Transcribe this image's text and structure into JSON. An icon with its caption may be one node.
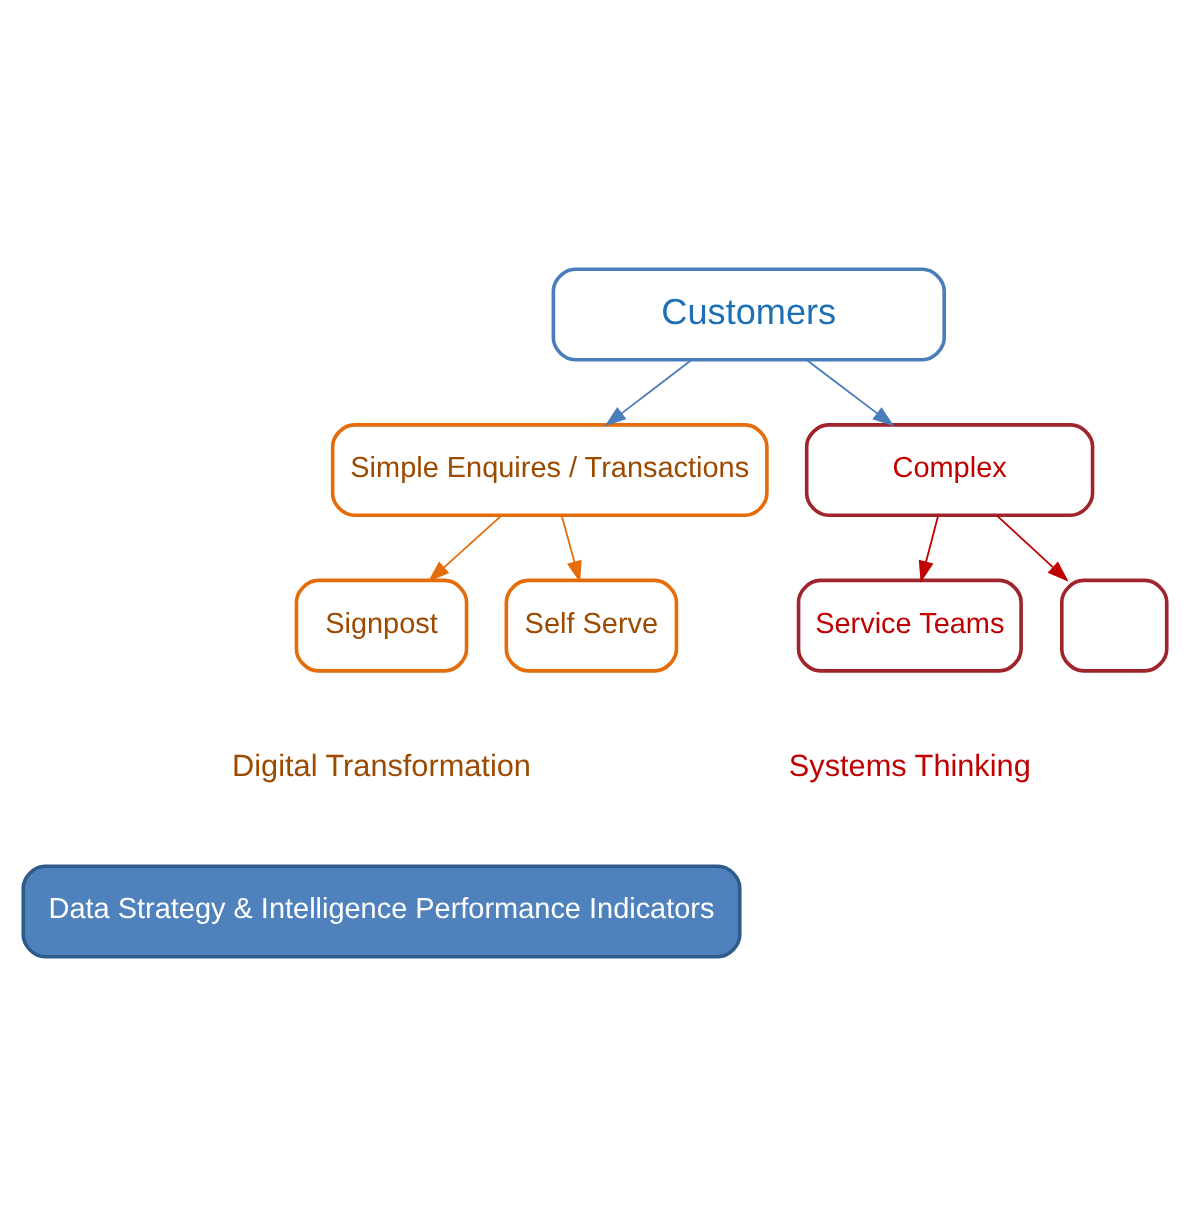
{
  "diagram": {
    "nodes": [
      {
        "text": [
          "Customers"
        ]
      },
      {
        "text": [
          "Simple Enquires / Transactions"
        ]
      },
      {
        "text": [
          "Complex"
        ]
      },
      {
        "text": [
          "Signpost"
        ]
      },
      {
        "text": [
          "Self Serve"
        ]
      },
      {
        "text": [
          "Service Teams"
        ]
      },
      {
        "text": [],
        "shape": "box"
      },
      {
        "text": [
          "Data Strategy & Intelligence Performance Indicators"
        ]
      }
    ],
    "edges": [
      {
        "from": 0,
        "to": 1,
        "arrow": "to",
        "color": "#4a7ebb"
      },
      {
        "from": 0,
        "to": 2,
        "arrow": "to",
        "color": "#4a7ebb"
      },
      {
        "from": 1,
        "to": 3,
        "arrow": "to",
        "color": "#e46c0a"
      },
      {
        "from": 1,
        "to": 4,
        "arrow": "to",
        "color": "#e46c0a"
      },
      {
        "from": 2,
        "to": 5,
        "arrow": "to",
        "color": "#c00000"
      },
      {
        "from": 2,
        "to": 6,
        "arrow": "to",
        "color": "#c00000"
      }
    ],
    "labels": [
      "Digital Transformation",
      "Systems Thinking"
    ]
  }
}
